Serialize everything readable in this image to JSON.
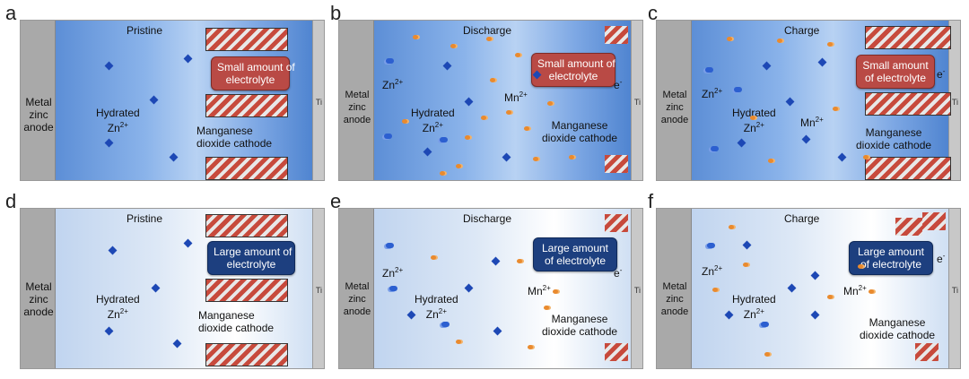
{
  "panels": [
    {
      "letter": "a",
      "title": "Pristine",
      "box": "Small amount of\nelectrolyte"
    },
    {
      "letter": "b",
      "title": "Discharge",
      "box": "Small amount of\nelectrolyte"
    },
    {
      "letter": "c",
      "title": "Charge",
      "box": "Small amount\nof electrolyte"
    },
    {
      "letter": "d",
      "title": "Pristine",
      "box": "Large amount of\nelectrolyte"
    },
    {
      "letter": "e",
      "title": "Discharge",
      "box": "Large amount\nof electrolyte"
    },
    {
      "letter": "f",
      "title": "Charge",
      "box": "Large amount\nof electrolyte"
    }
  ],
  "labels": {
    "anode": "Metal\nzinc\nanode",
    "hydrated": "Hydrated",
    "zn2": "Zn",
    "charge2": "2+",
    "mn": "Mn",
    "cathode": "Manganese\ndioxide cathode",
    "ti": "Ti",
    "electron": "e",
    "electron_sup": "-"
  },
  "colors": {
    "small_box": "#b94a45",
    "large_box": "#1d3f7f"
  }
}
